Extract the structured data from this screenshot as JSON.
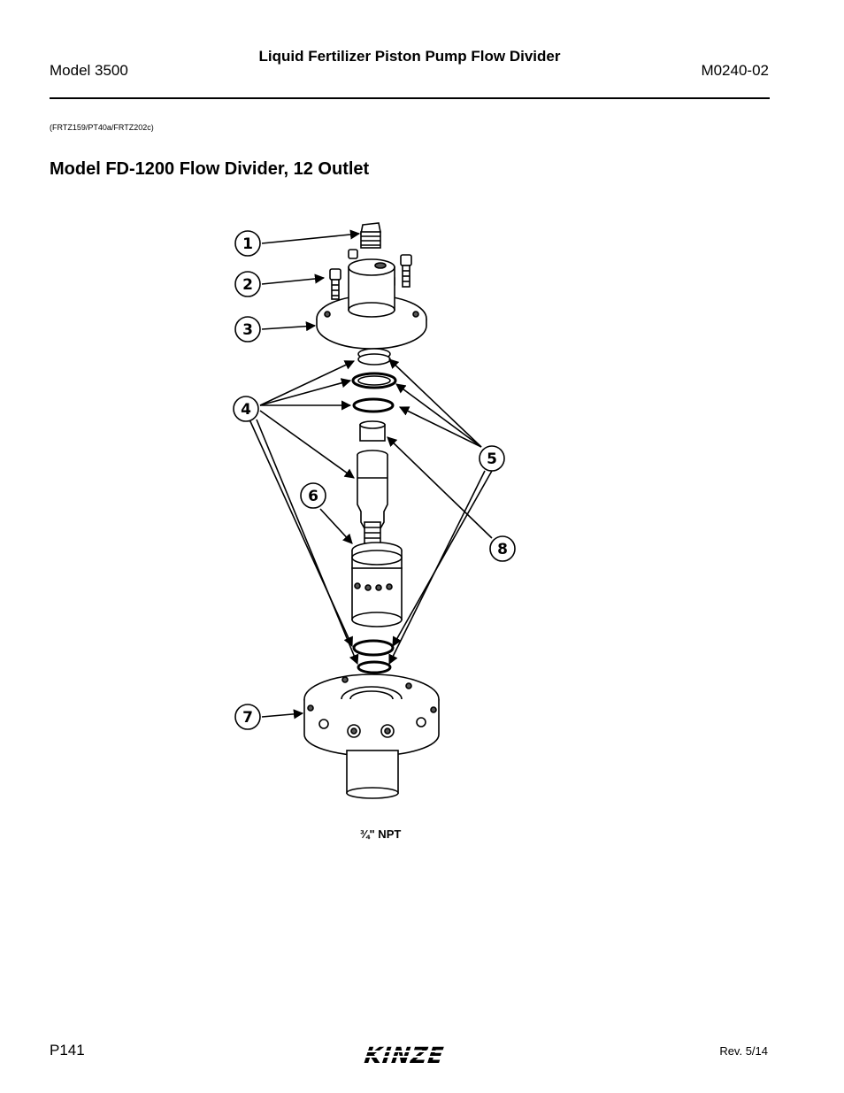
{
  "header": {
    "model": "Model 3500",
    "title": "Liquid Fertilizer Piston Pump Flow Divider",
    "doc_number": "M0240-02"
  },
  "reference_codes": "(FRTZ159/PT40a/FRTZ202c)",
  "section_title": "Model FD-1200 Flow Divider, 12 Outlet",
  "diagram": {
    "callouts": [
      "1",
      "2",
      "3",
      "4",
      "5",
      "6",
      "7",
      "8"
    ],
    "outlet_label": "¾\" NPT"
  },
  "footer": {
    "page": "P141",
    "brand": "KINZE",
    "revision": "Rev. 5/14"
  }
}
